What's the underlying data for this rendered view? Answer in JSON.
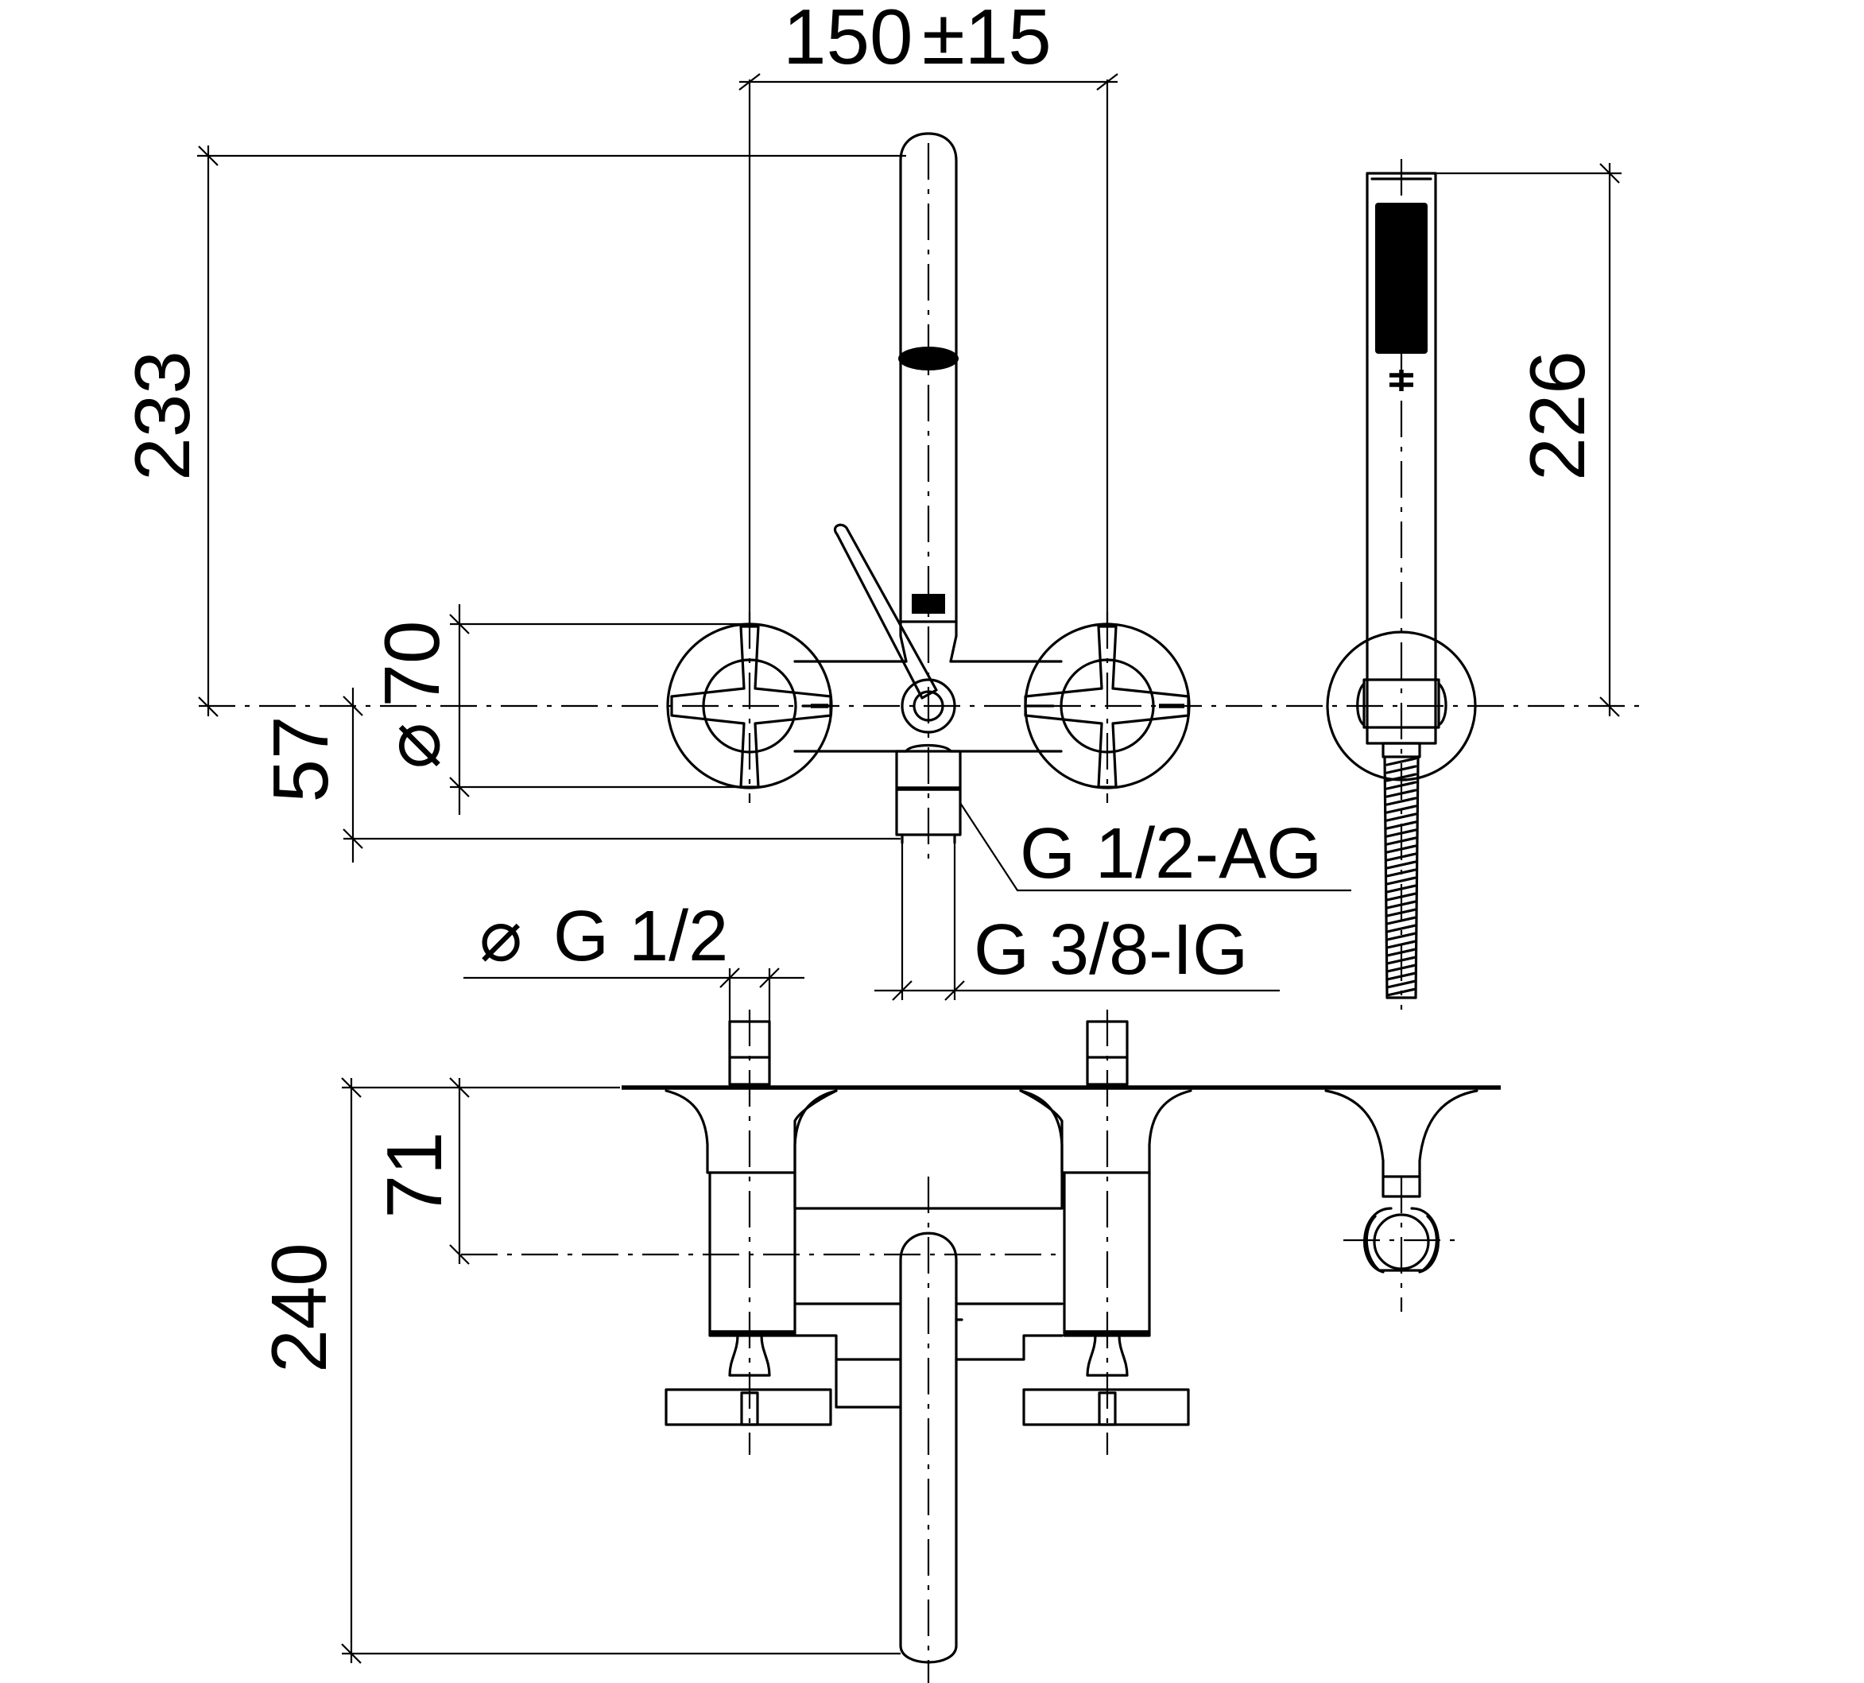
{
  "drawing": {
    "dimensions": {
      "spacing": "150",
      "spacing_tol": "±15",
      "height_total": "233",
      "handshower_len": "226",
      "rosette_dia_symbol": "⌀",
      "rosette_dia": "70",
      "axis_to_outlet": "57",
      "supply_dia_symbol": "⌀",
      "supply_thread": "G 1/2",
      "connection_ag": "G 1/2-AG",
      "connection_ig": "G 3/8-IG",
      "projection_total": "240",
      "projection_axis": "71"
    }
  }
}
